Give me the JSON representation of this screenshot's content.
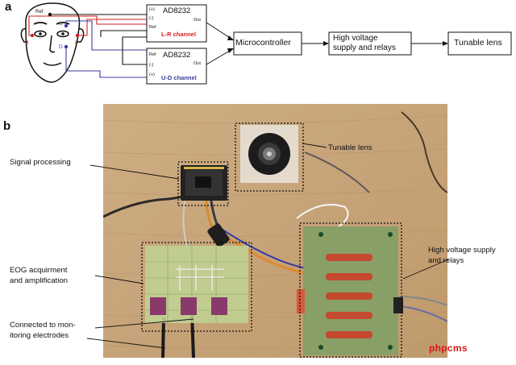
{
  "panels": {
    "a": "a",
    "b": "b"
  },
  "diagram_a": {
    "electrodes": {
      "ref": "Ref",
      "up": "U",
      "down": "D",
      "right": "R",
      "left": "L"
    },
    "amplifiers": [
      {
        "name": "AD8232",
        "plus": "(+)",
        "minus": "(-)",
        "ref": "Ref",
        "out": "Out",
        "channel": "L-R channel",
        "channel_color": "#d42020"
      },
      {
        "name": "AD8232",
        "plus": "(+)",
        "minus": "(-)",
        "ref": "Ref",
        "out": "Out",
        "channel": "U-D channel",
        "channel_color": "#3b3b9c"
      }
    ],
    "blocks": {
      "microcontroller": "Microcontroller",
      "hv_line1": "High voltage",
      "hv_line2": "supply and relays",
      "tunable_lens": "Tunable lens"
    },
    "wire_colors": {
      "ref": "#111111",
      "lr": "#d42020",
      "ud": "#3b3b9c"
    }
  },
  "photo_b": {
    "callouts": {
      "signal_processing": "Signal processing",
      "tunable_lens": "Tunable lens",
      "eog_line1": "EOG acquirment",
      "eog_line2": "and amplification",
      "electrodes_line1": "Connected to mon-",
      "electrodes_line2": "itoring electrodes",
      "hv_line1": "High voltage supply",
      "hv_line2": "and relays"
    }
  },
  "watermark": "phpcms"
}
